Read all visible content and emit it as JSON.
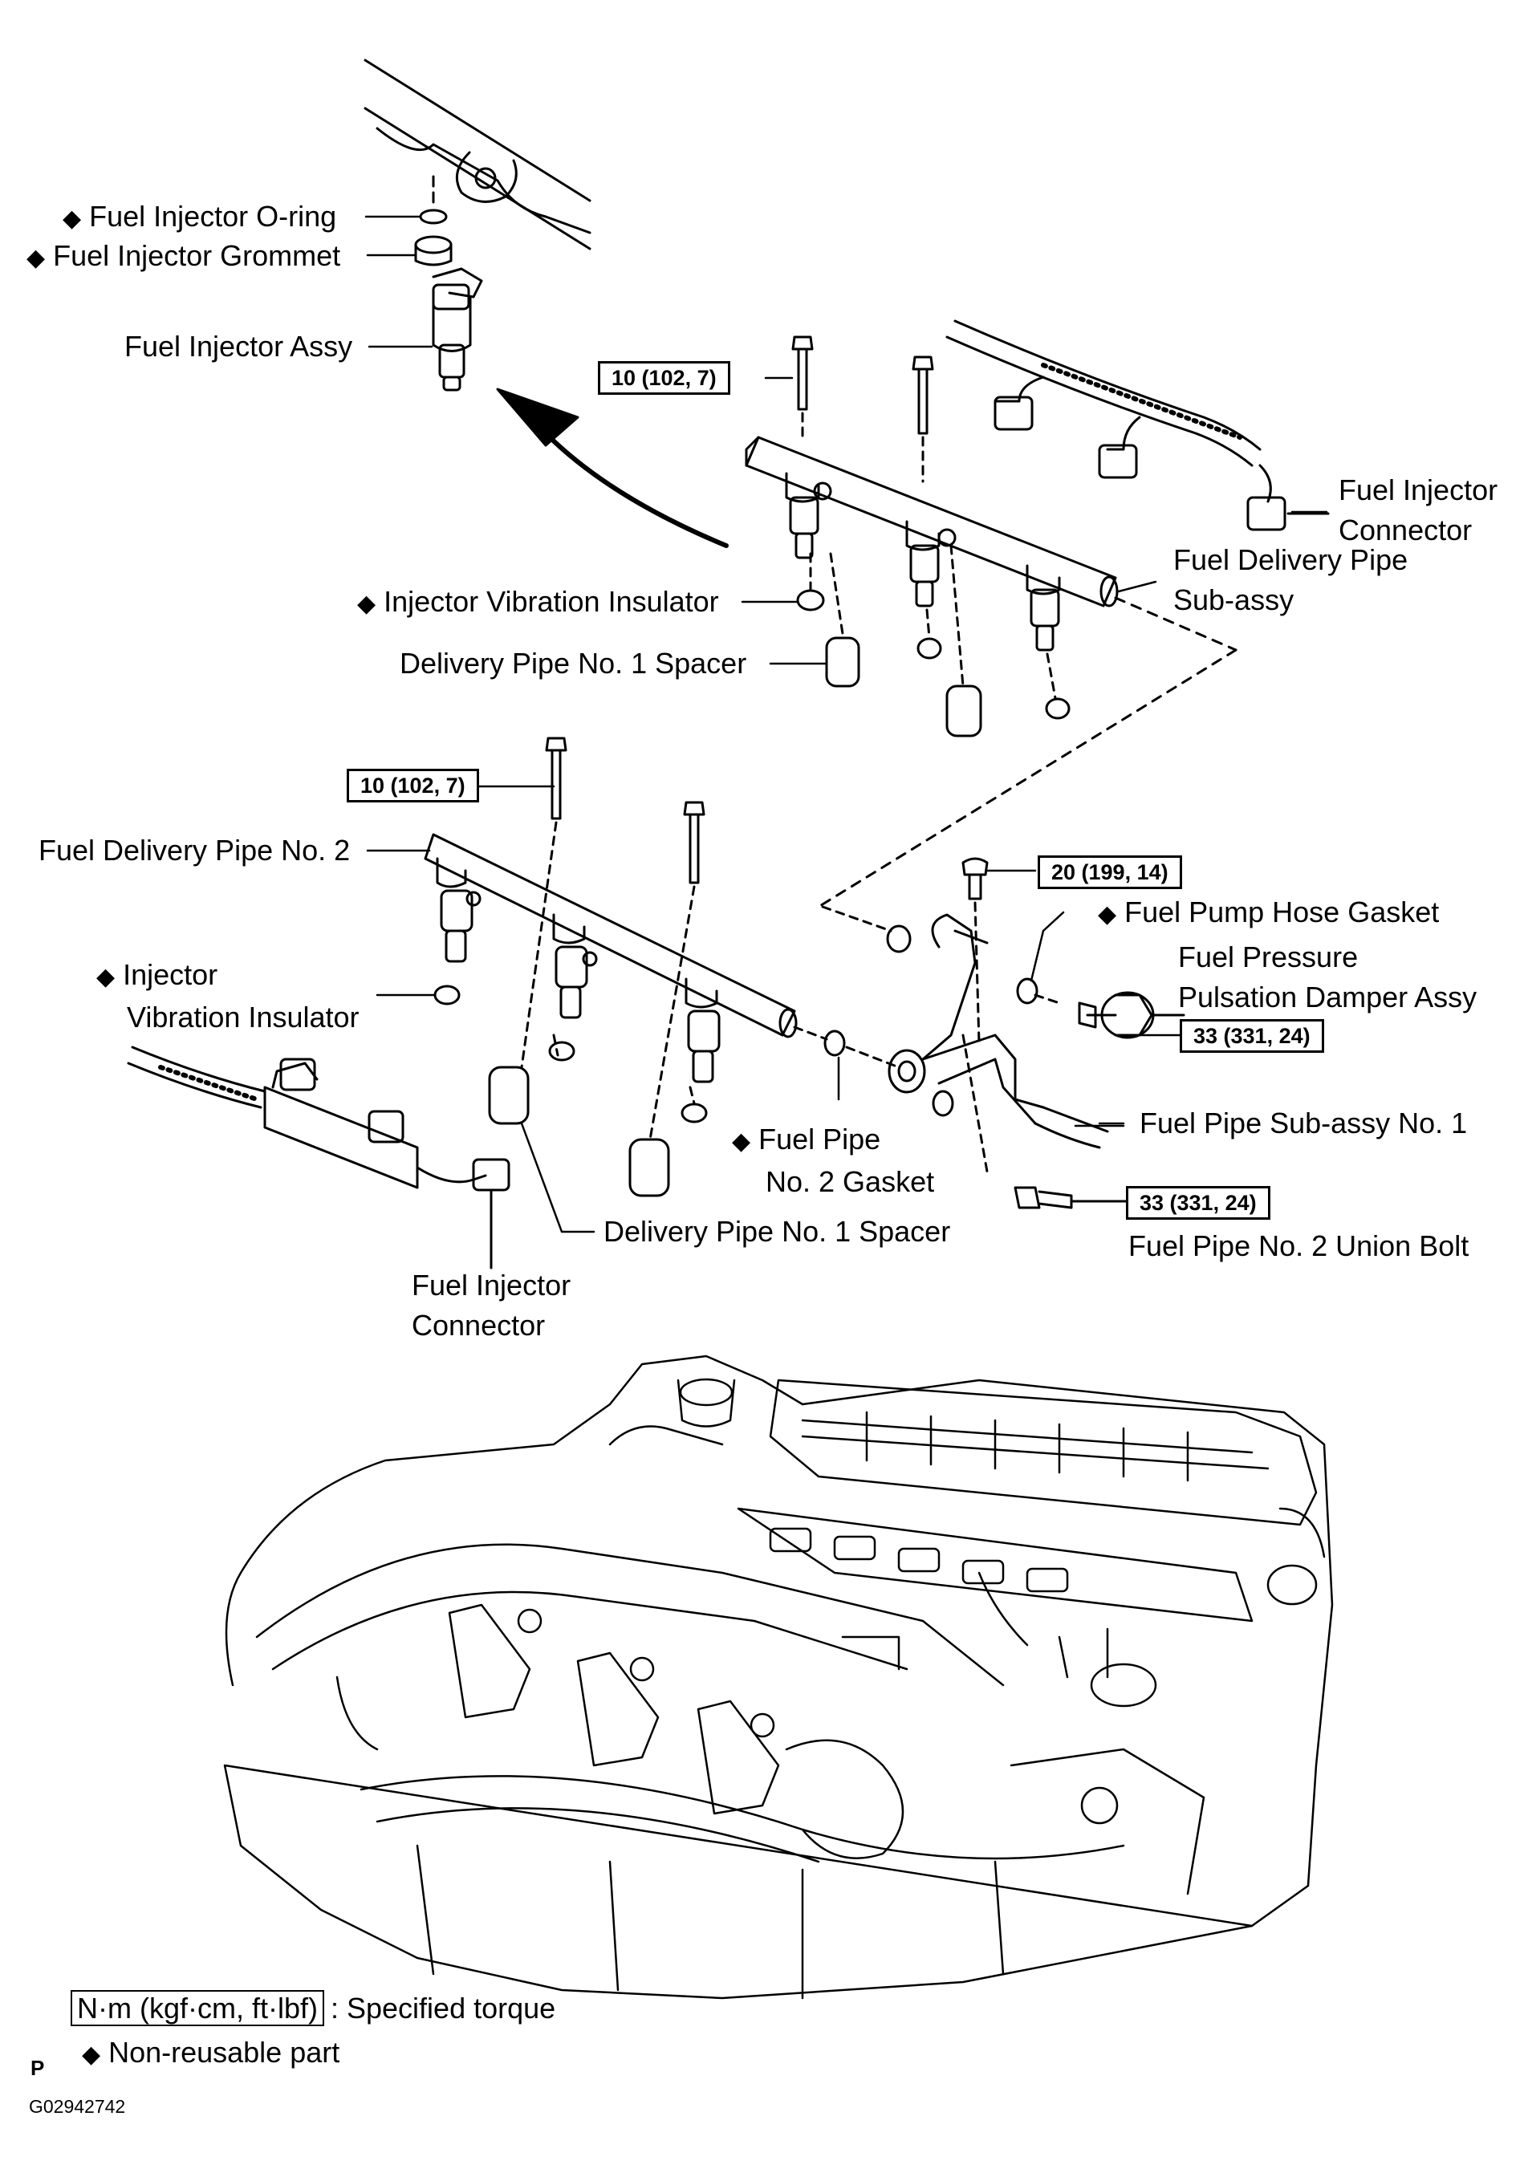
{
  "labels": {
    "injector_oring": "Fuel Injector O-ring",
    "injector_grommet": "Fuel Injector Grommet",
    "injector_assy": "Fuel Injector Assy",
    "injector_connector_top_1": "Fuel Injector",
    "injector_connector_top_2": "Connector",
    "delivery_pipe_subassy_1": "Fuel Delivery Pipe",
    "delivery_pipe_subassy_2": "Sub-assy",
    "vibration_insulator_top": "Injector Vibration Insulator",
    "spacer_top": "Delivery Pipe No. 1 Spacer",
    "delivery_pipe_no2": "Fuel Delivery Pipe No. 2",
    "pump_hose_gasket": "Fuel Pump Hose Gasket",
    "damper_1": "Fuel Pressure",
    "damper_2": "Pulsation Damper Assy",
    "vibration_insulator_left_1": "Injector",
    "vibration_insulator_left_2": "Vibration Insulator",
    "fuel_pipe_subassy_no1": "Fuel Pipe Sub-assy No. 1",
    "pipe_no2_gasket_1": "Fuel Pipe",
    "pipe_no2_gasket_2": "No. 2 Gasket",
    "spacer_bottom": "Delivery Pipe No. 1 Spacer",
    "union_bolt": "Fuel Pipe No. 2 Union Bolt",
    "injector_connector_bottom_1": "Fuel Injector",
    "injector_connector_bottom_2": "Connector"
  },
  "torques": {
    "top_bolt": "10 (102, 7)",
    "left_bolt": "10 (102, 7)",
    "pipe_bolt": "20 (199, 14)",
    "damper": "33 (331, 24)",
    "union_bolt": "33 (331, 24)"
  },
  "legend": {
    "unit_box": "N·m (kgf·cm, ft·lbf)",
    "unit_text": ": Specified torque",
    "nonreusable": "Non-reusable part"
  },
  "diamond_symbol": "◆",
  "footer": {
    "corner_letter": "P",
    "figure_id": "G02942742"
  }
}
